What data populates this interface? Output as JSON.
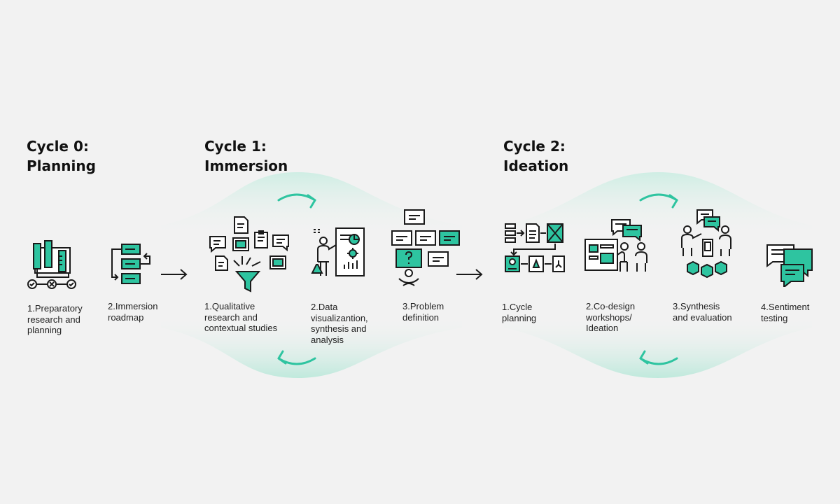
{
  "colors": {
    "accent": "#2ec4a0",
    "accent_soft": "#d3efe7",
    "ink": "#1a1a1a",
    "background": "#f2f2f2"
  },
  "cycles": [
    {
      "title": "Cycle 0:\nPlanning",
      "steps": [
        {
          "label": "1.Preparatory\nresearch and\nplanning",
          "icon": "tools-checklist-icon"
        },
        {
          "label": "2.Immersion\nroadmap",
          "icon": "roadmap-icon"
        }
      ]
    },
    {
      "title": "Cycle 1:\nImmersion",
      "steps": [
        {
          "label": "1.Qualitative\nresearch and\ncontextual studies",
          "icon": "research-funnel-icon"
        },
        {
          "label": "2.Data\nvisualizantion,\nsynthesis and\nanalysis",
          "icon": "data-presentation-icon"
        },
        {
          "label": "3.Problem\ndefinition",
          "icon": "problem-definition-icon"
        }
      ]
    },
    {
      "title": "Cycle 2:\nIdeation",
      "steps": [
        {
          "label": "1.Cycle\nplanning",
          "icon": "cycle-planning-icon"
        },
        {
          "label": "2.Co-design\nworkshops/\nIdeation",
          "icon": "workshop-icon"
        },
        {
          "label": "3.Synthesis\nand evaluation",
          "icon": "synthesis-evaluation-icon"
        },
        {
          "label": "4.Sentiment\ntesting",
          "icon": "sentiment-chat-icon"
        }
      ]
    }
  ]
}
